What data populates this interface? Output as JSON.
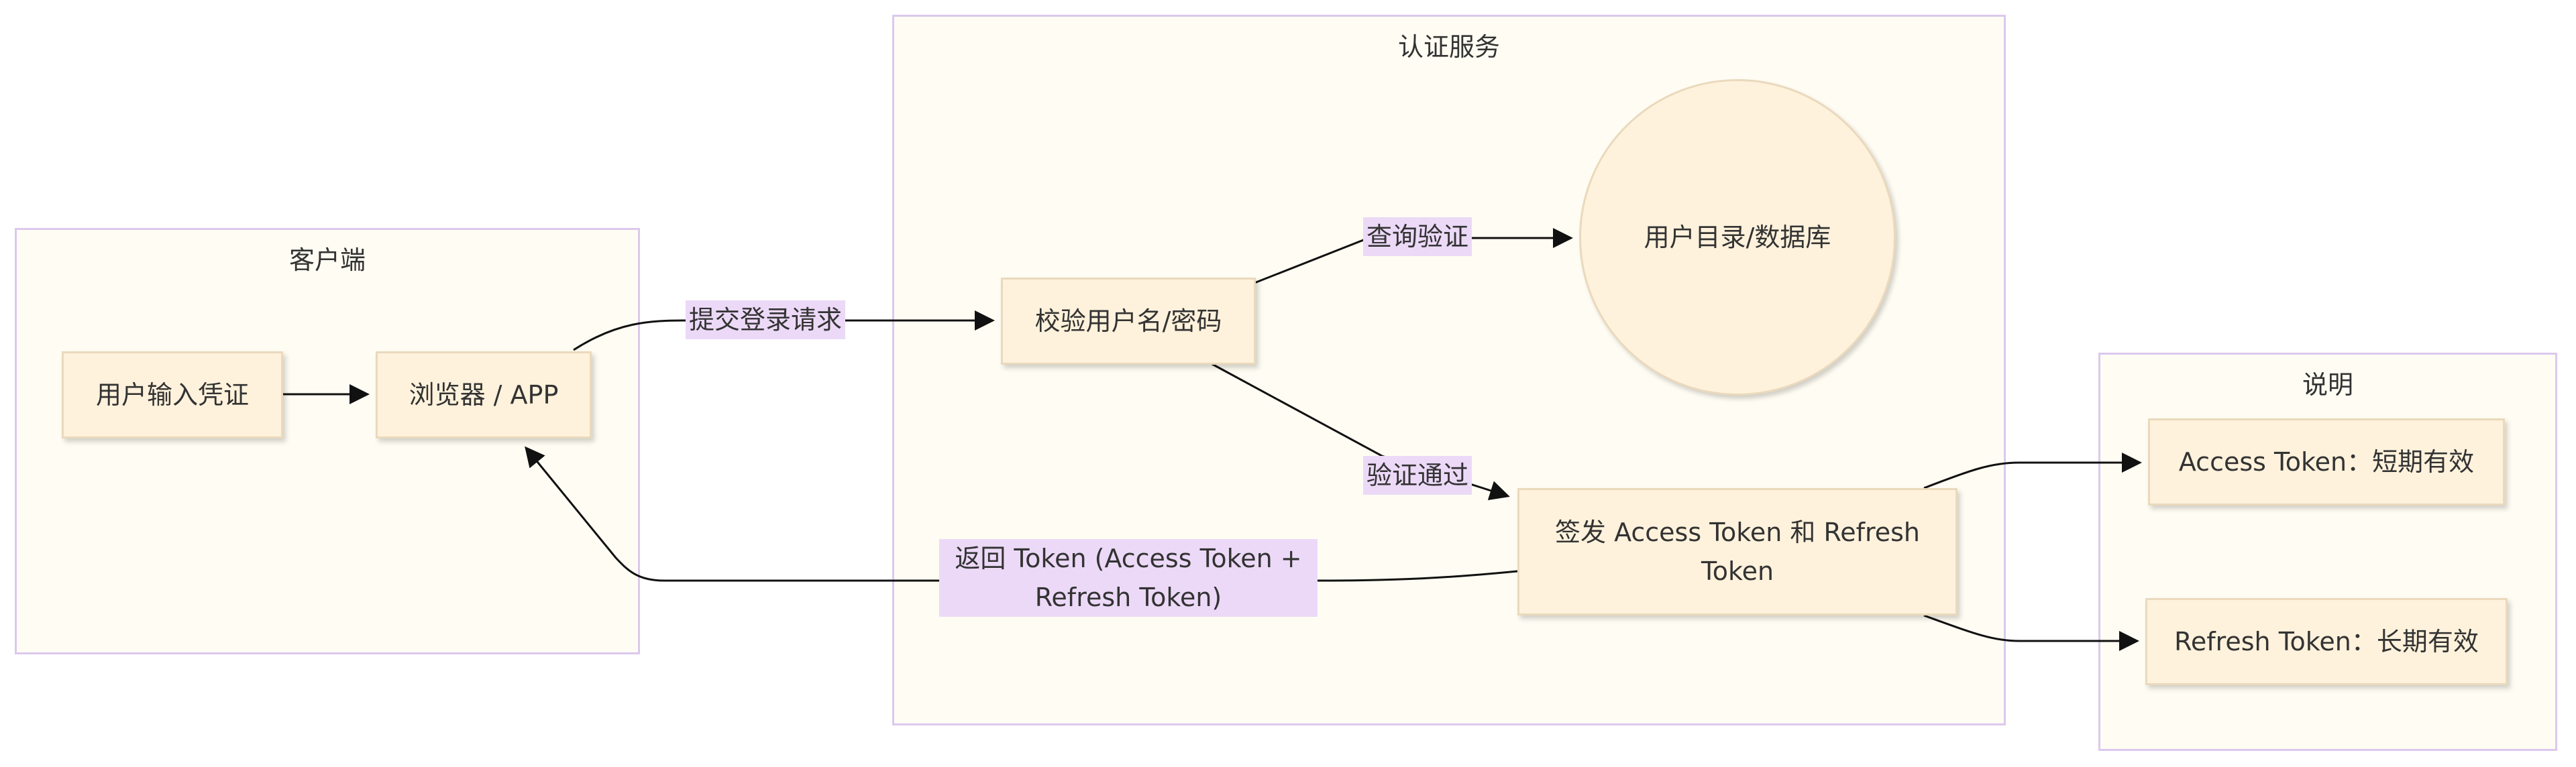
{
  "clusters": {
    "client": {
      "title": "客户端"
    },
    "auth": {
      "title": "认证服务"
    },
    "notes": {
      "title": "说明"
    }
  },
  "nodes": {
    "user_input": "用户输入凭证",
    "browser": "浏览器 / APP",
    "validate": "校验用户名/密码",
    "user_db": "用户目录/数据库",
    "issue": "签发 Access Token 和 Refresh Token",
    "access_note": "Access Token：短期有效",
    "refresh_note": "Refresh Token：长期有效"
  },
  "edge_labels": {
    "submit": "提交登录请求",
    "query": "查询验证",
    "passed": "验证通过",
    "return_line1": "返回 Token (Access Token +",
    "return_line2": "Refresh Token)"
  },
  "colors": {
    "cluster_fill": "#fffdf3",
    "cluster_border": "#dcc8ee",
    "node_fill": "#fff2dc",
    "label_fill": "#ecd9f7",
    "edge": "#111111"
  }
}
